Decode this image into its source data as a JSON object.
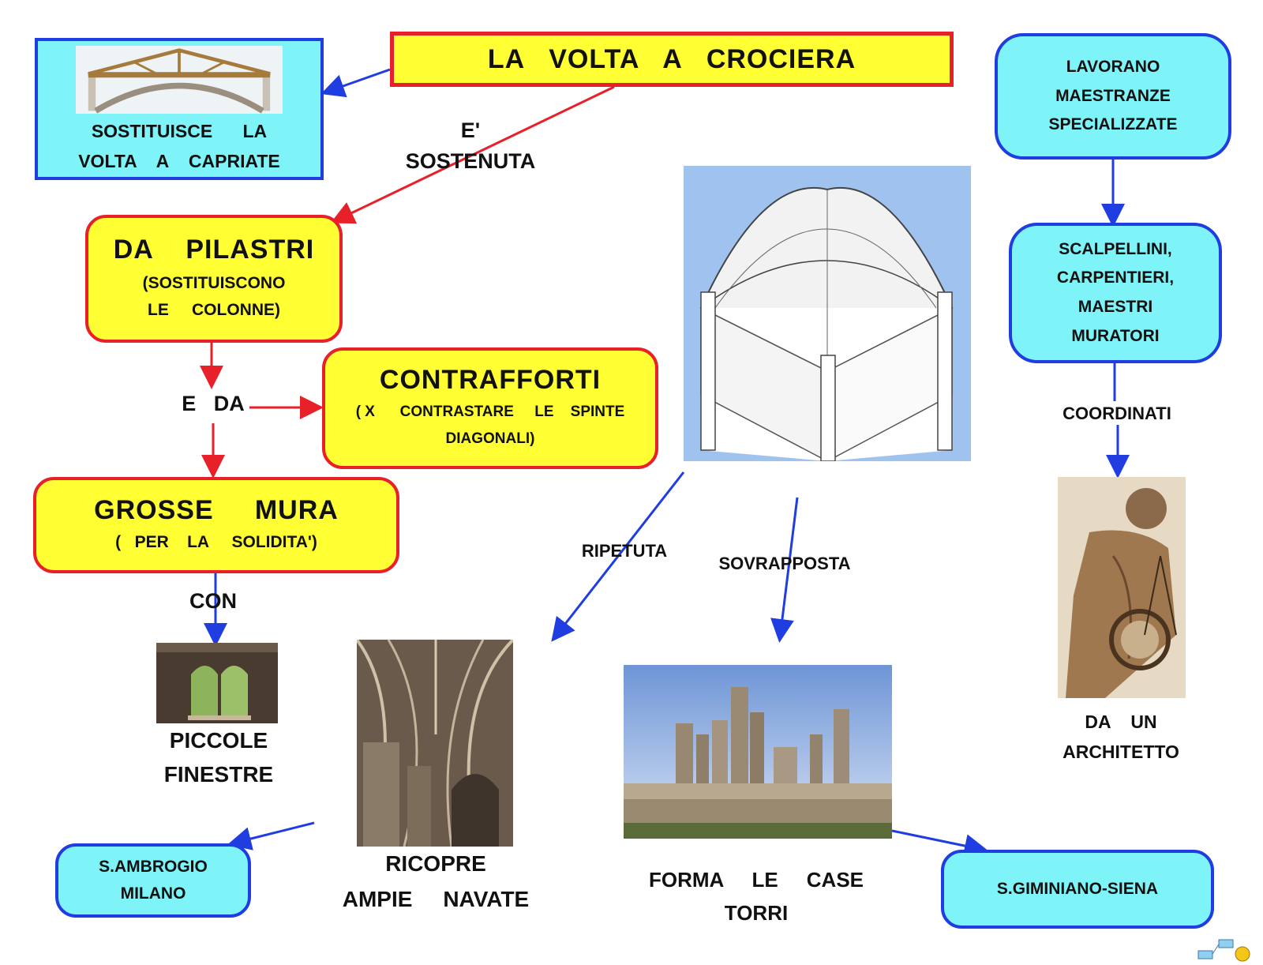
{
  "title": "LA   VOLTA   A   CROCIERA",
  "capriate": "SOSTITUISCE      LA\nVOLTA    A    CAPRIATE",
  "e_sostenuta": "E'\nSOSTENUTA",
  "pilastri": {
    "title": "DA    PILASTRI",
    "sub": "(SOSTITUISCONO\nLE     COLONNE)"
  },
  "e_da": "E   DA",
  "contrafforti": {
    "title": "CONTRAFFORTI",
    "sub": "( X      CONTRASTARE     LE    SPINTE\nDIAGONALI)"
  },
  "mura": {
    "title": "GROSSE     MURA",
    "sub": "(   PER    LA     SOLIDITA')"
  },
  "con": "CON",
  "finestre": "PICCOLE\nFINESTRE",
  "ambrogio": "S.AMBROGIO\nMILANO",
  "ripetuta": "RIPETUTA",
  "sovrapposta": "SOVRAPPOSTA",
  "navate": "RICOPRE\nAMPIE     NAVATE",
  "torri": "FORMA     LE     CASE\nTORRI",
  "giminiano": "S.GIMINIANO-SIENA",
  "maestranze": "LAVORANO\nMAESTRANZE\nSPECIALIZZATE",
  "scalpellini": "SCALPELLINI,\nCARPENTIERI,\nMAESTRI\nMURATORI",
  "coordinati": "COORDINATI",
  "architetto": "DA    UN\nARCHITETTO",
  "colors": {
    "red": "#e8202a",
    "blue": "#1f3de0",
    "yellow": "#ffff33",
    "cyan": "#7ff4f8"
  }
}
